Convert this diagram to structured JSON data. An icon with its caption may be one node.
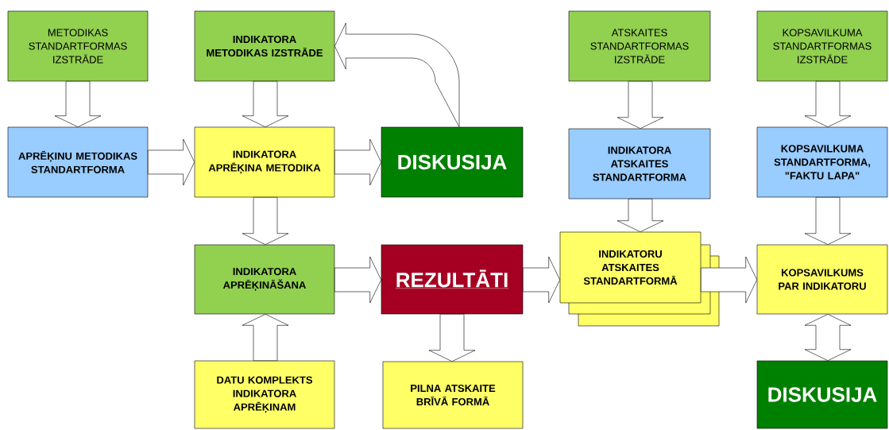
{
  "diagram": {
    "nodes": [
      {
        "text": [
          "METODIKAS STANDARTFORMAS IZSTRĀDE"
        ]
      },
      {
        "text": [
          "INDIKATORA METODIKAS IZSTRĀDE"
        ]
      },
      {
        "text": [
          "APRĒĶINU METODIKAS STANDARTFORMA"
        ]
      },
      {
        "text": [
          "INDIKATORA APRĒĶINA METODIKA"
        ]
      },
      {
        "text": [
          "DISKUSIJA"
        ]
      },
      {
        "text": [
          "ATSKAITES STANDARTFORMAS IZSTRĀDE"
        ]
      },
      {
        "text": [
          "KOPSAVILKUMA STANDARTFORMAS IZSTRĀDE"
        ]
      },
      {
        "text": [
          "INDIKATORA ATSKAITES STANDARTFORMA"
        ]
      },
      {
        "text": [
          "KOPSAVILKUMA STANDARTFORMA, \"FAKTU LAPA\""
        ]
      },
      {
        "text": [
          "INDIKATORA APRĒĶINĀŠANA"
        ]
      },
      {
        "text": [
          "REZULTĀTI"
        ]
      },
      {
        "text": [
          "INDIKATORU ATSKAITES STANDARTFORMĀ"
        ]
      },
      {
        "text": [
          "KOPSAVILKUMS PAR INDIKATORU"
        ]
      },
      {
        "text": [
          "DATU KOMPLEKTS INDIKATORA APRĒĶINAM"
        ]
      },
      {
        "text": [
          "PILNA ATSKAITE BRĪVĀ FORMĀ"
        ]
      },
      {
        "text": [
          "DISKUSIJA"
        ]
      }
    ],
    "edges": [
      {
        "from": 0,
        "to": 2,
        "arrow": "to"
      },
      {
        "from": 1,
        "to": 3,
        "arrow": "to"
      },
      {
        "from": 2,
        "to": 3,
        "arrow": "to"
      },
      {
        "from": 3,
        "to": 4,
        "arrow": "to"
      },
      {
        "from": 4,
        "to": 1,
        "arrow": "to"
      },
      {
        "from": 3,
        "to": 9,
        "arrow": "to"
      },
      {
        "from": 13,
        "to": 9,
        "arrow": "to"
      },
      {
        "from": 9,
        "to": 10,
        "arrow": "to"
      },
      {
        "from": 10,
        "to": 14,
        "arrow": "to"
      },
      {
        "from": 10,
        "to": 11,
        "arrow": "to"
      },
      {
        "from": 5,
        "to": 7,
        "arrow": "to"
      },
      {
        "from": 7,
        "to": 11,
        "arrow": "to"
      },
      {
        "from": 11,
        "to": 12,
        "arrow": "to"
      },
      {
        "from": 6,
        "to": 8,
        "arrow": "to"
      },
      {
        "from": 8,
        "to": 12,
        "arrow": "to"
      },
      {
        "from": 12,
        "to": 15,
        "arrow": "both"
      }
    ]
  }
}
